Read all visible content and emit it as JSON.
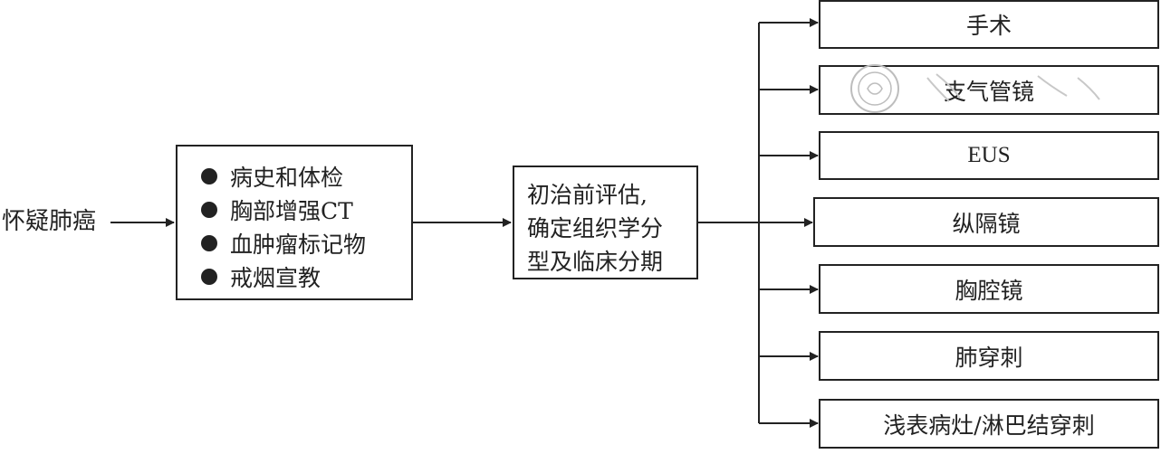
{
  "start": {
    "label": "怀疑肺癌"
  },
  "checklist": {
    "items": [
      "病史和体检",
      "胸部增强CT",
      "血肿瘤标记物",
      "戒烟宣教"
    ]
  },
  "assessment": {
    "lines": [
      "初治前评估,",
      "确定组织学分",
      "型及临床分期"
    ]
  },
  "options": [
    {
      "label": "手术"
    },
    {
      "label": "支气管镜"
    },
    {
      "label": "EUS"
    },
    {
      "label": "纵隔镜"
    },
    {
      "label": "胸腔镜"
    },
    {
      "label": "肺穿刺"
    },
    {
      "label": "浅表病灶/淋巴结穿刺"
    }
  ],
  "colors": {
    "line": "#222222",
    "watermark": "#bdbdbd"
  }
}
